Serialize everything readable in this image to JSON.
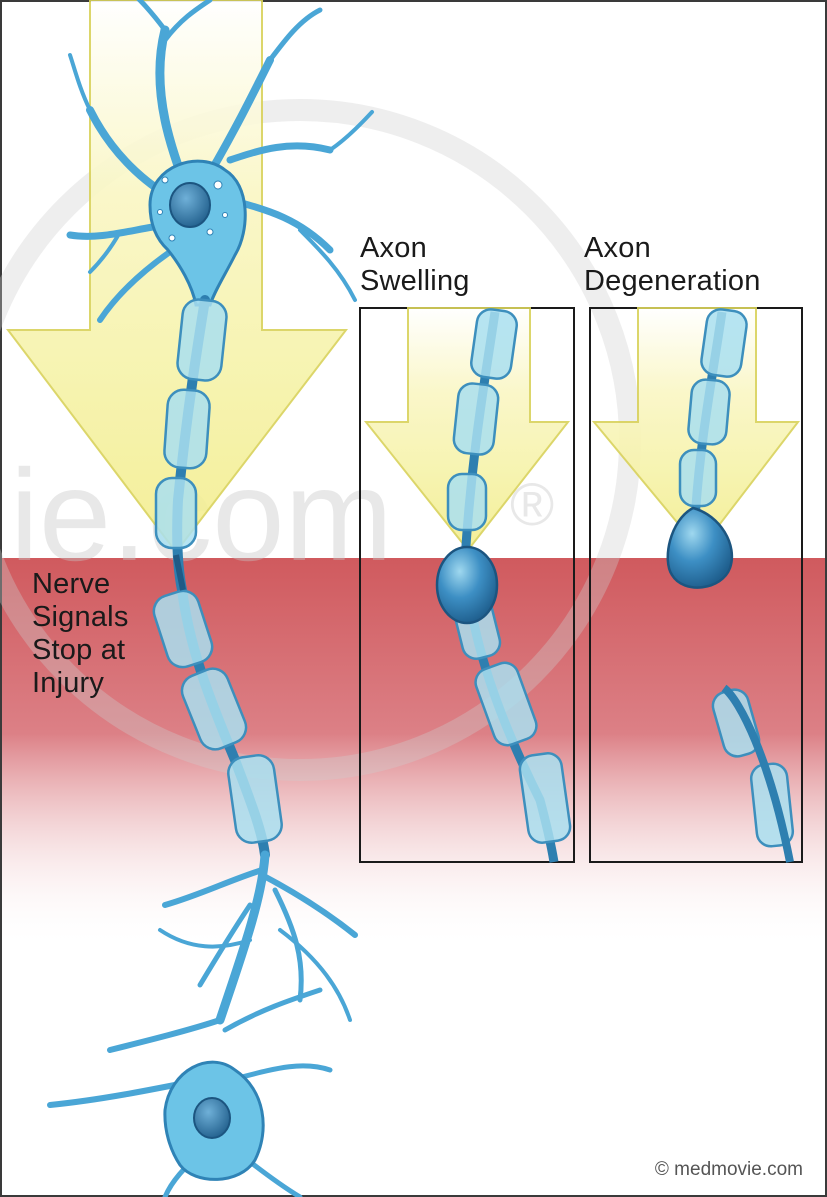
{
  "labels": {
    "injury": "Nerve\nSignals\nStop at\nInjury",
    "swelling": "Axon\nSwelling",
    "degeneration": "Axon\nDegeneration"
  },
  "watermark": {
    "text": "ie.com",
    "registered": "®"
  },
  "copyright": "© medmovie.com",
  "colors": {
    "injury_band": "#cc4a4f",
    "signal_arrow": "#f6f3a0",
    "neuron": "#4fb1dc",
    "myelin": "#9ed9ea",
    "frame": "#1a1a1a"
  },
  "icons": {
    "signal": "down-arrow-icon",
    "cell": "neuron-icon"
  }
}
